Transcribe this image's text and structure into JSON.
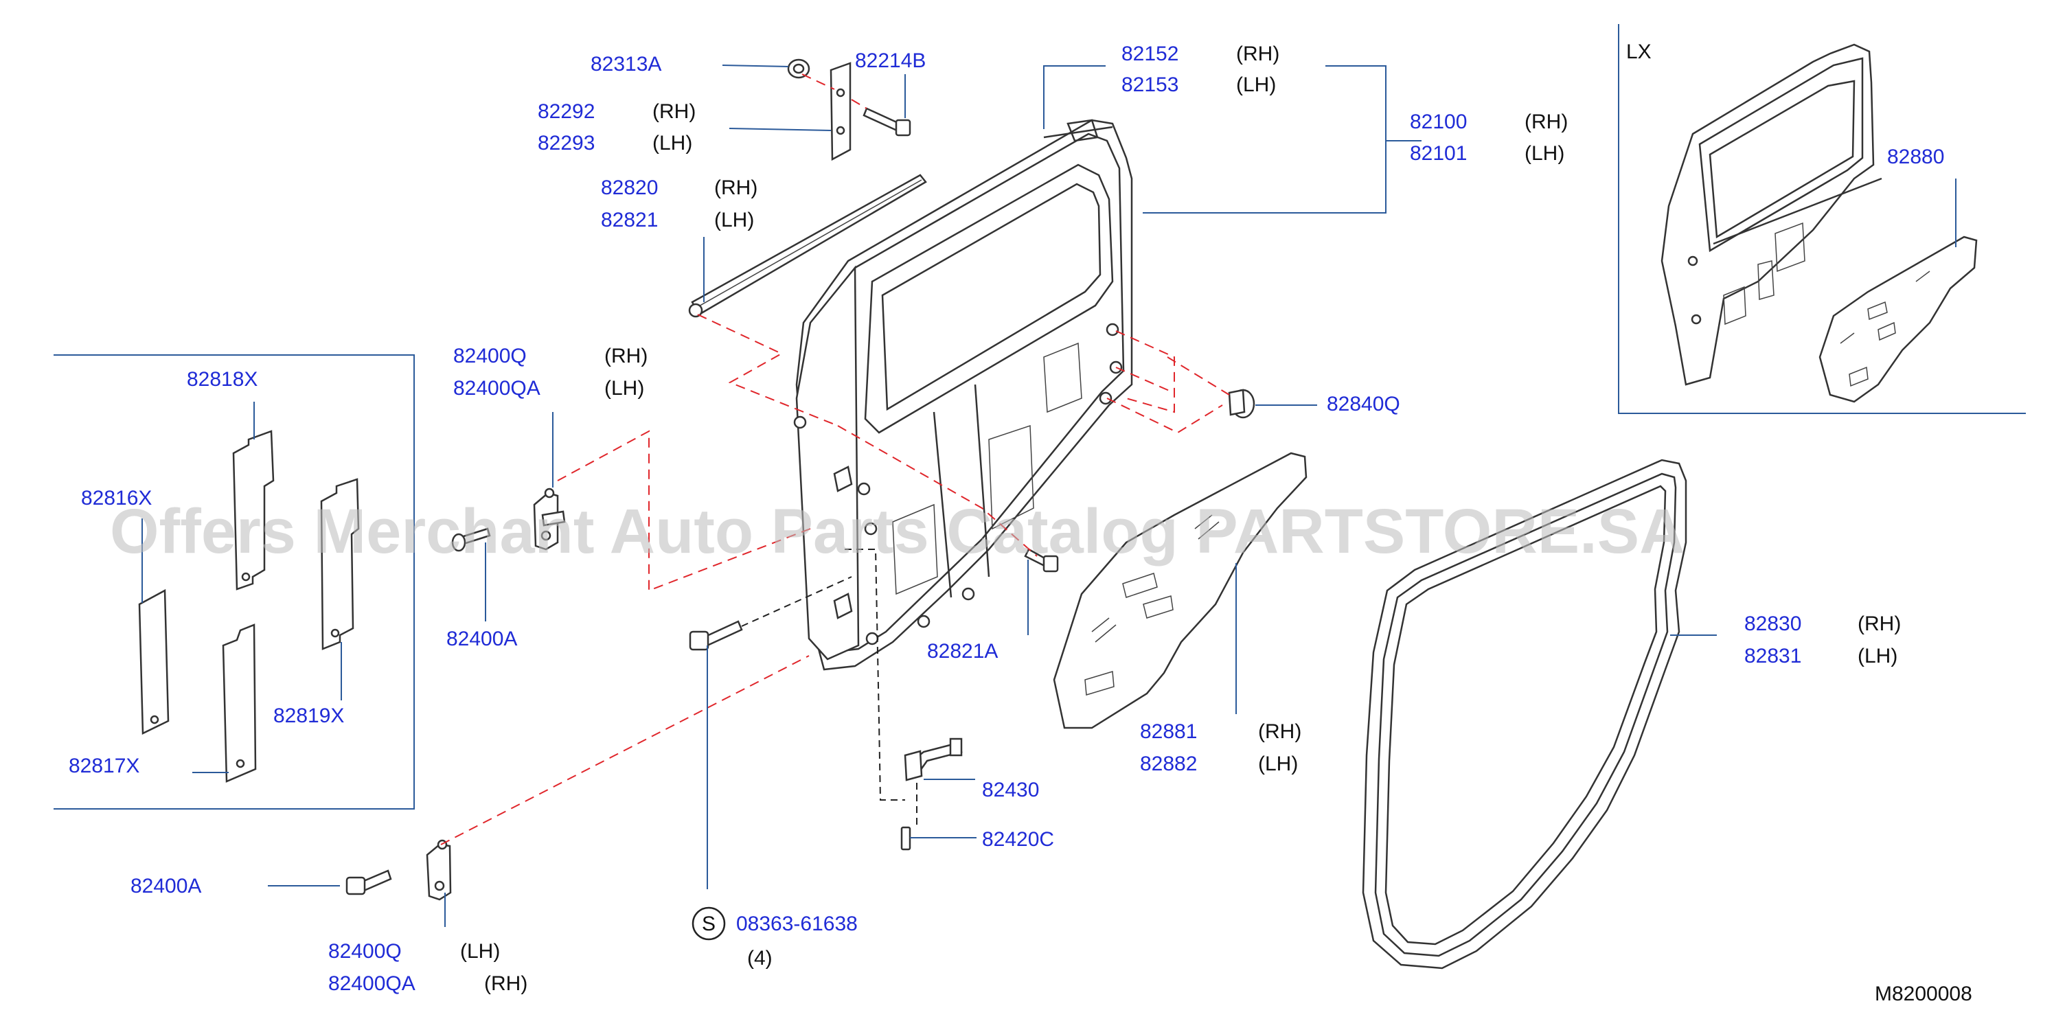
{
  "watermark": "Offers Merchant Auto Parts Catalog PARTSTORE.SA",
  "figure_code": "M8200008",
  "inset_label": "LX",
  "screw_symbol": "S",
  "screw_qty": "(4)",
  "parts": {
    "p82313A": "82313A",
    "p82214B": "82214B",
    "p82292": "82292",
    "p82293": "82293",
    "p82820": "82820",
    "p82821": "82821",
    "p82152": "82152",
    "p82153": "82153",
    "p82100": "82100",
    "p82101": "82101",
    "p82880": "82880",
    "p82818X": "82818X",
    "p82816X": "82816X",
    "p82817X": "82817X",
    "p82819X": "82819X",
    "p82400Q_top": "82400Q",
    "p82400QA_top": "82400QA",
    "p82400A_top": "82400A",
    "p82840Q": "82840Q",
    "p82821A": "82821A",
    "p82881": "82881",
    "p82882": "82882",
    "p82830": "82830",
    "p82831": "82831",
    "p82430": "82430",
    "p82420C": "82420C",
    "p82400A_bot": "82400A",
    "p82400Q_bot": "82400Q",
    "p82400QA_bot": "82400QA",
    "p08363": "08363-61638"
  },
  "sides": {
    "rh": "(RH)",
    "lh": "(LH)"
  },
  "colors": {
    "part_number": "#1f2bd6",
    "leader": "#2b5a9a",
    "dashed_guide": "#e0262b",
    "line_art": "#333333"
  }
}
